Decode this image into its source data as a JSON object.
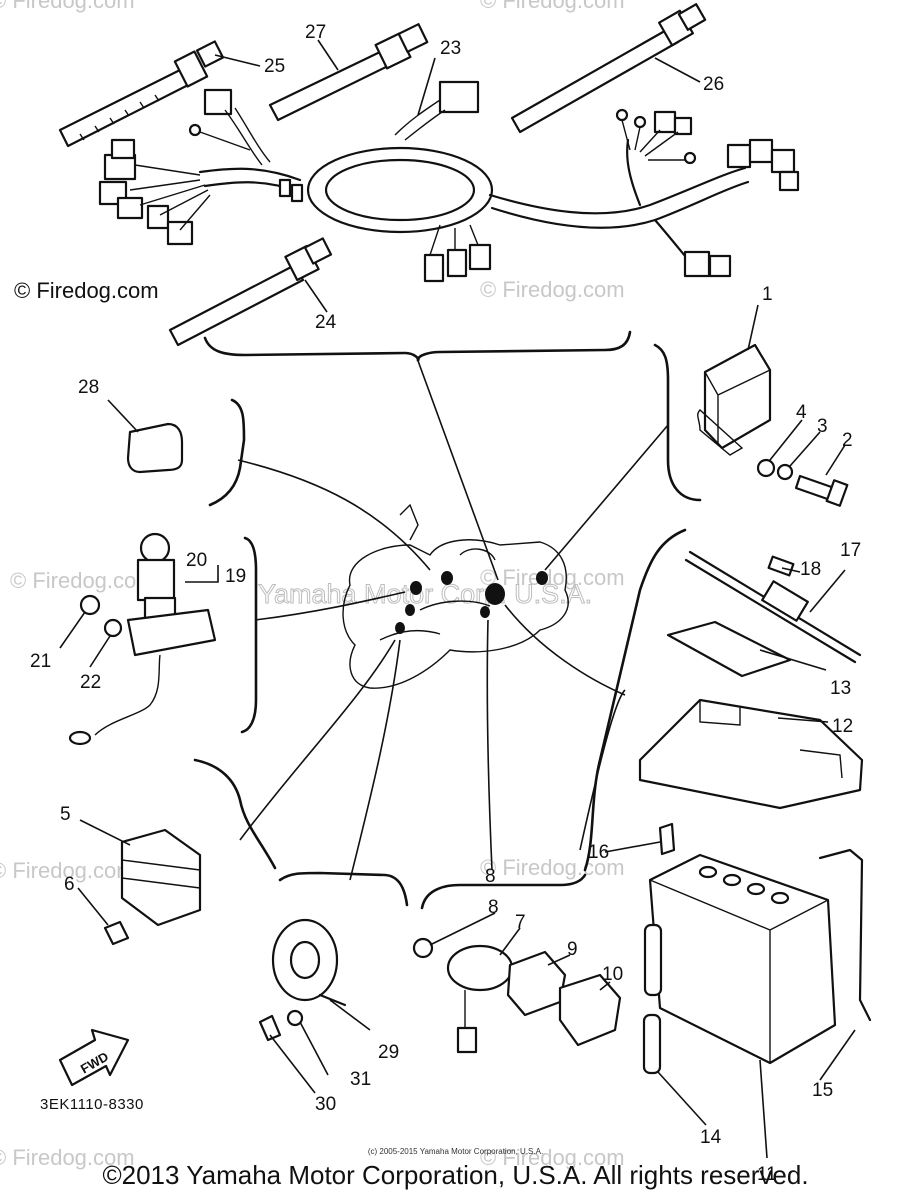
{
  "watermark": "© Firedog.com",
  "center_watermark": "Yamaha Motor Corp. U.S.A.",
  "diagram_code": "3EK1110-8330",
  "small_copyright": "(c) 2005-2015 Yamaha Motor Corporation, U.S.A.",
  "copyright": "©2013 Yamaha Motor Corporation, U.S.A. All rights reserved.",
  "fwd_label": "FWD",
  "callouts": {
    "n1": "1",
    "n2": "2",
    "n3": "3",
    "n4": "4",
    "n5": "5",
    "n6": "6",
    "n7": "7",
    "n8": "8",
    "n8b": "8",
    "n9": "9",
    "n10": "10",
    "n11": "11",
    "n12": "12",
    "n13": "13",
    "n14": "14",
    "n15": "15",
    "n16": "16",
    "n17": "17",
    "n18": "18",
    "n19": "19",
    "n20": "20",
    "n21": "21",
    "n22": "22",
    "n23": "23",
    "n24": "24",
    "n25": "25",
    "n26": "26",
    "n27": "27",
    "n28": "28",
    "n29": "29",
    "n30": "30",
    "n31": "31"
  }
}
